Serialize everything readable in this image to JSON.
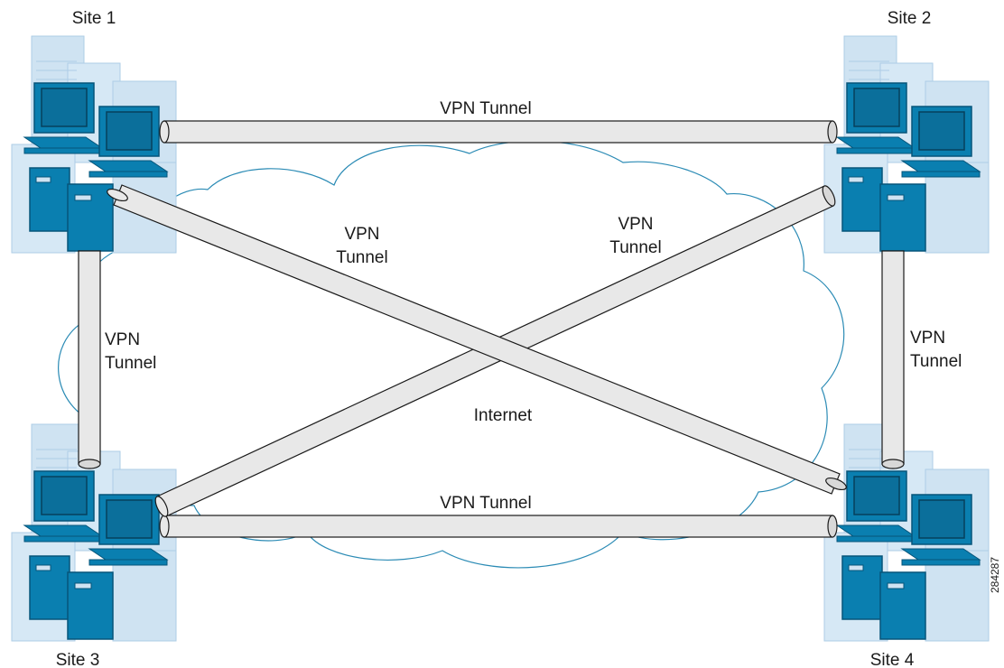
{
  "sites": [
    {
      "id": "site1",
      "label": "Site 1"
    },
    {
      "id": "site2",
      "label": "Site 2"
    },
    {
      "id": "site3",
      "label": "Site 3"
    },
    {
      "id": "site4",
      "label": "Site 4"
    }
  ],
  "cloud_label": "Internet",
  "tunnels": [
    {
      "id": "tunnel-1-2",
      "label": "VPN Tunnel"
    },
    {
      "id": "tunnel-3-4",
      "label": "VPN Tunnel"
    },
    {
      "id": "tunnel-1-3",
      "label_line1": "VPN",
      "label_line2": "Tunnel"
    },
    {
      "id": "tunnel-2-4",
      "label_line1": "VPN",
      "label_line2": "Tunnel"
    },
    {
      "id": "tunnel-1-4",
      "label_line1": "VPN",
      "label_line2": "Tunnel"
    },
    {
      "id": "tunnel-3-2",
      "label_line1": "VPN",
      "label_line2": "Tunnel"
    }
  ],
  "figure_id": "284287",
  "colors": {
    "cloud_outline": "#2b8bb5",
    "tunnel_fill": "#e8e8e8",
    "tunnel_outline": "#1a1a1a",
    "monitor": "#0a7fb0",
    "building": "#c5dff0"
  }
}
